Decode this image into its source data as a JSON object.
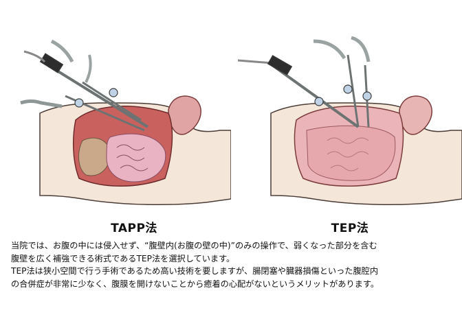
{
  "figures": [
    {
      "label": "TAPP法"
    },
    {
      "label": "TEP法"
    }
  ],
  "description": [
    "当院では、お腹の中には侵入せず、“腹壁内(お腹の壁の中)”のみの操作で、弱くなった部分を含む",
    "腹壁を広く補強できる術式であるTEP法を選択しています。",
    "TEP法は狭小空間で行う手術であるため高い技術を要しますが、腸閉塞や臓器損傷といった腹腔内",
    "の合併症が非常に少なく、腹膜を開けないことから癒着の心配がないというメリットがあります。"
  ],
  "colors": {
    "skin": "#f5e6da",
    "cavity_red": "#c9625f",
    "intestine_pink": "#e9b3c3",
    "colon_tan": "#c9a98a",
    "instrument_gray": "#9ba3a2"
  }
}
